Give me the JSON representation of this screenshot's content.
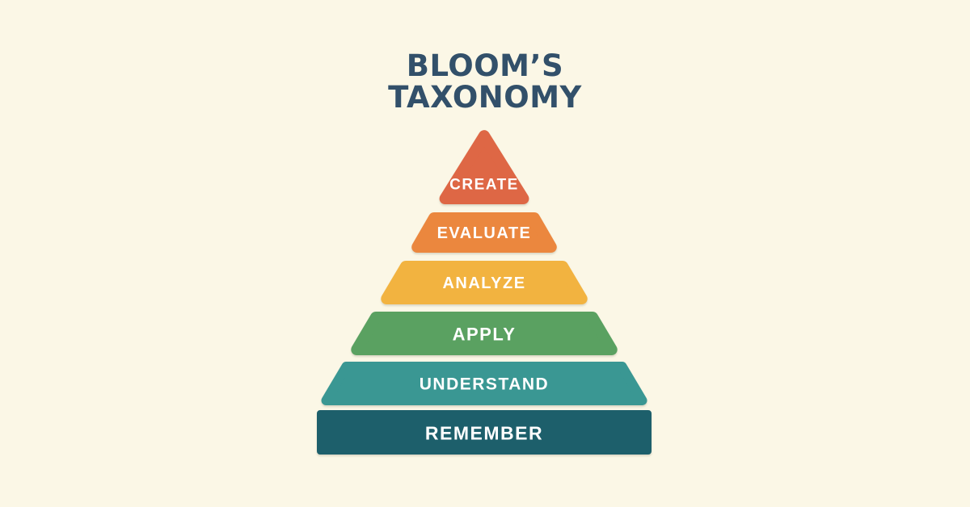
{
  "title": {
    "line1": "BLOOM’S",
    "line2": "TAXONOMY"
  },
  "colors": {
    "background": "#FBF7E6",
    "title": "#32506A",
    "label_text": "#FFFFFF"
  },
  "pyramid": {
    "levels": [
      {
        "label": "CREATE",
        "color": "#DE6745"
      },
      {
        "label": "EVALUATE",
        "color": "#EB873E"
      },
      {
        "label": "ANALYZE",
        "color": "#F2B340"
      },
      {
        "label": "APPLY",
        "color": "#5AA161"
      },
      {
        "label": "UNDERSTAND",
        "color": "#3A9793"
      },
      {
        "label": "REMEMBER",
        "color": "#1D5F6B"
      }
    ]
  }
}
